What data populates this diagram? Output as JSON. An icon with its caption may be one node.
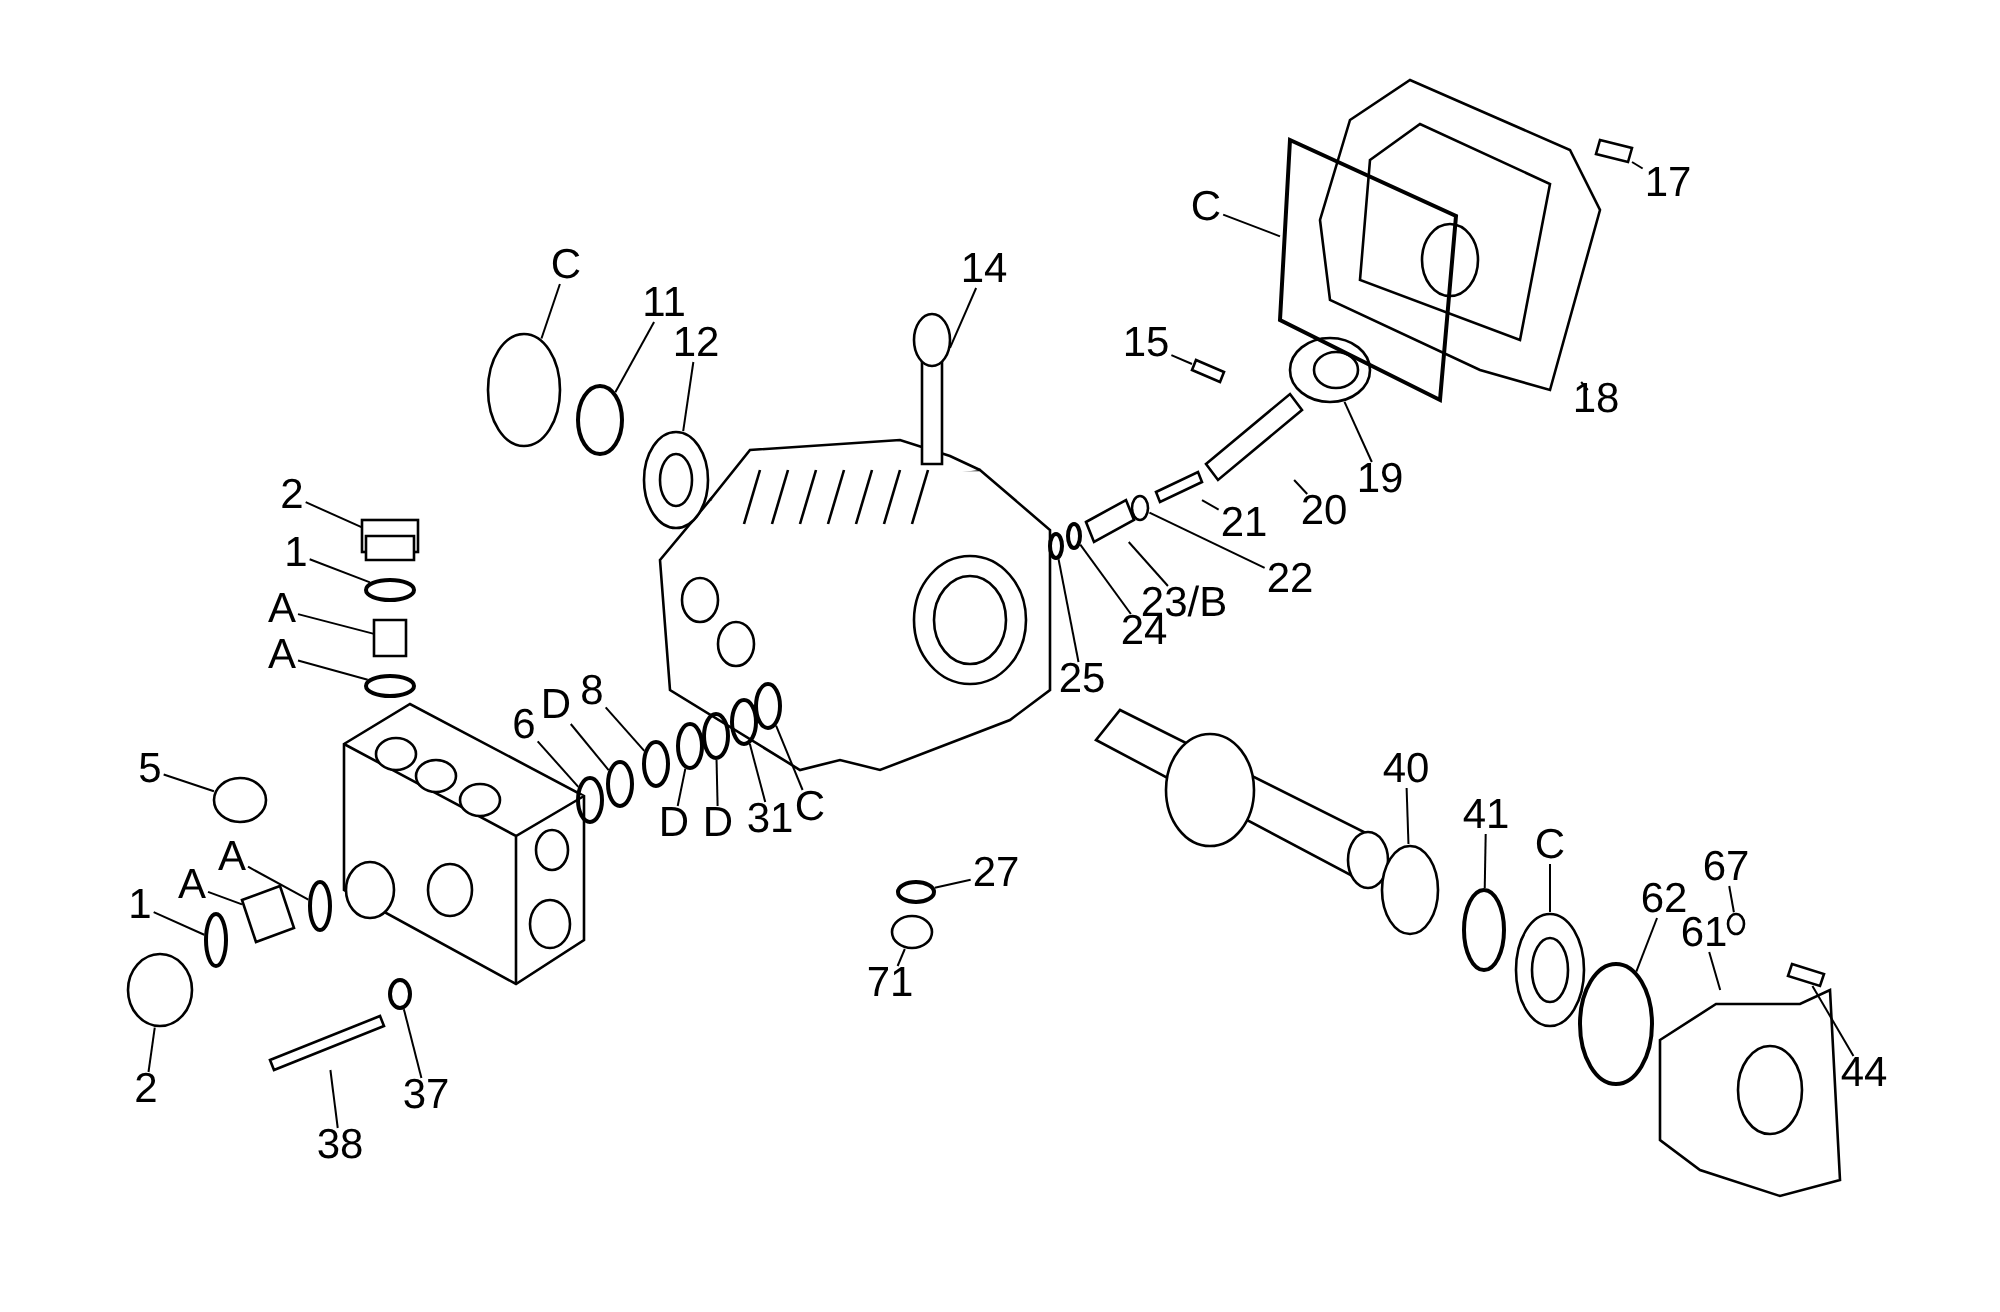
{
  "diagram": {
    "nodes": [
      {
        "text": [
          "C"
        ]
      },
      {
        "text": [
          "11"
        ]
      },
      {
        "text": [
          "12"
        ]
      },
      {
        "text": [
          "14"
        ]
      },
      {
        "text": [
          "15"
        ]
      },
      {
        "text": [
          "C"
        ]
      },
      {
        "text": [
          "17"
        ]
      },
      {
        "text": [
          "18"
        ]
      },
      {
        "text": [
          "19"
        ]
      },
      {
        "text": [
          "20"
        ]
      },
      {
        "text": [
          "21"
        ]
      },
      {
        "text": [
          "22"
        ]
      },
      {
        "text": [
          "23/B"
        ]
      },
      {
        "text": [
          "24"
        ]
      },
      {
        "text": [
          "25"
        ]
      },
      {
        "text": [
          "2"
        ]
      },
      {
        "text": [
          "1"
        ]
      },
      {
        "text": [
          "A"
        ]
      },
      {
        "text": [
          "A"
        ]
      },
      {
        "text": [
          "5"
        ]
      },
      {
        "text": [
          "6"
        ]
      },
      {
        "text": [
          "D"
        ]
      },
      {
        "text": [
          "8"
        ]
      },
      {
        "text": [
          "D"
        ]
      },
      {
        "text": [
          "D"
        ]
      },
      {
        "text": [
          "31"
        ]
      },
      {
        "text": [
          "C"
        ]
      },
      {
        "text": [
          "A"
        ]
      },
      {
        "text": [
          "A"
        ]
      },
      {
        "text": [
          "1"
        ]
      },
      {
        "text": [
          "2"
        ]
      },
      {
        "text": [
          "38"
        ]
      },
      {
        "text": [
          "37"
        ]
      },
      {
        "text": [
          "27"
        ]
      },
      {
        "text": [
          "71"
        ]
      },
      {
        "text": [
          "40"
        ]
      },
      {
        "text": [
          "41"
        ]
      },
      {
        "text": [
          "C"
        ]
      },
      {
        "text": [
          "62"
        ]
      },
      {
        "text": [
          "61"
        ]
      },
      {
        "text": [
          "67"
        ]
      },
      {
        "text": [
          "44"
        ]
      },
      {
        "text": [],
        "shape": "circle"
      },
      {
        "text": [],
        "shape": "circle"
      },
      {
        "text": [],
        "shape": "picture"
      },
      {
        "text": [],
        "shape": "picture"
      },
      {
        "text": [],
        "shape": "box"
      },
      {
        "text": [],
        "shape": "box"
      },
      {
        "text": [],
        "shape": "box"
      },
      {
        "text": [],
        "shape": "picture"
      },
      {
        "text": [],
        "shape": "picture"
      },
      {
        "text": [],
        "shape": "box"
      },
      {
        "text": [],
        "shape": "box"
      },
      {
        "text": [],
        "shape": "circle"
      },
      {
        "text": [],
        "shape": "box"
      },
      {
        "text": [],
        "shape": "circle"
      },
      {
        "text": [],
        "shape": "circle"
      },
      {
        "text": [],
        "shape": "box"
      },
      {
        "text": [],
        "shape": "circle"
      },
      {
        "text": [],
        "shape": "box"
      },
      {
        "text": [],
        "shape": "circle"
      },
      {
        "text": [],
        "shape": "circle"
      },
      {
        "text": [],
        "shape": "circle"
      },
      {
        "text": [],
        "shape": "circle"
      },
      {
        "text": [],
        "shape": "circle"
      },
      {
        "text": [],
        "shape": "circle"
      },
      {
        "text": [],
        "shape": "circle"
      },
      {
        "text": [],
        "shape": "circle"
      },
      {
        "text": [],
        "shape": "circle"
      },
      {
        "text": [],
        "shape": "circle"
      },
      {
        "text": [],
        "shape": "box"
      },
      {
        "text": [],
        "shape": "circle"
      },
      {
        "text": [],
        "shape": "circle"
      },
      {
        "text": [],
        "shape": "box"
      },
      {
        "text": [],
        "shape": "circle"
      },
      {
        "text": [],
        "shape": "circle"
      },
      {
        "text": [],
        "shape": "circle"
      },
      {
        "text": [],
        "shape": "circle"
      },
      {
        "text": [],
        "shape": "circle"
      },
      {
        "text": [],
        "shape": "picture"
      },
      {
        "text": [],
        "shape": "circle"
      },
      {
        "text": [],
        "shape": "picture"
      },
      {
        "text": [],
        "shape": "circle"
      },
      {
        "text": [],
        "shape": "box"
      }
    ],
    "edges": [
      {
        "from": 0,
        "to": 42,
        "arrow": "none"
      },
      {
        "from": 1,
        "to": 43,
        "arrow": "none"
      },
      {
        "from": 2,
        "to": 44,
        "arrow": "none"
      },
      {
        "from": 3,
        "to": 45,
        "arrow": "none"
      },
      {
        "from": 4,
        "to": 46,
        "arrow": "none"
      },
      {
        "from": 5,
        "to": 47,
        "arrow": "none"
      },
      {
        "from": 6,
        "to": 48,
        "arrow": "none"
      },
      {
        "from": 7,
        "to": 49,
        "arrow": "none"
      },
      {
        "from": 8,
        "to": 50,
        "arrow": "none"
      },
      {
        "from": 9,
        "to": 51,
        "arrow": "none"
      },
      {
        "from": 10,
        "to": 52,
        "arrow": "none"
      },
      {
        "from": 11,
        "to": 53,
        "arrow": "none"
      },
      {
        "from": 12,
        "to": 54,
        "arrow": "none"
      },
      {
        "from": 13,
        "to": 55,
        "arrow": "none"
      },
      {
        "from": 14,
        "to": 56,
        "arrow": "none"
      },
      {
        "from": 15,
        "to": 57,
        "arrow": "none"
      },
      {
        "from": 16,
        "to": 58,
        "arrow": "none"
      },
      {
        "from": 17,
        "to": 59,
        "arrow": "none"
      },
      {
        "from": 18,
        "to": 60,
        "arrow": "none"
      },
      {
        "from": 19,
        "to": 61,
        "arrow": "none"
      },
      {
        "from": 20,
        "to": 62,
        "arrow": "none"
      },
      {
        "from": 21,
        "to": 63,
        "arrow": "none"
      },
      {
        "from": 22,
        "to": 64,
        "arrow": "none"
      },
      {
        "from": 23,
        "to": 65,
        "arrow": "none"
      },
      {
        "from": 24,
        "to": 66,
        "arrow": "none"
      },
      {
        "from": 25,
        "to": 67,
        "arrow": "none"
      },
      {
        "from": 26,
        "to": 68,
        "arrow": "none"
      },
      {
        "from": 27,
        "to": 69,
        "arrow": "none"
      },
      {
        "from": 28,
        "to": 70,
        "arrow": "none"
      },
      {
        "from": 29,
        "to": 71,
        "arrow": "none"
      },
      {
        "from": 30,
        "to": 72,
        "arrow": "none"
      },
      {
        "from": 31,
        "to": 73,
        "arrow": "none"
      },
      {
        "from": 32,
        "to": 74,
        "arrow": "none"
      },
      {
        "from": 33,
        "to": 75,
        "arrow": "none"
      },
      {
        "from": 34,
        "to": 76,
        "arrow": "none"
      },
      {
        "from": 35,
        "to": 77,
        "arrow": "none"
      },
      {
        "from": 36,
        "to": 78,
        "arrow": "none"
      },
      {
        "from": 37,
        "to": 79,
        "arrow": "none"
      },
      {
        "from": 38,
        "to": 80,
        "arrow": "none"
      },
      {
        "from": 39,
        "to": 81,
        "arrow": "none"
      },
      {
        "from": 40,
        "to": 82,
        "arrow": "none"
      },
      {
        "from": 41,
        "to": 83,
        "arrow": "none"
      }
    ]
  }
}
